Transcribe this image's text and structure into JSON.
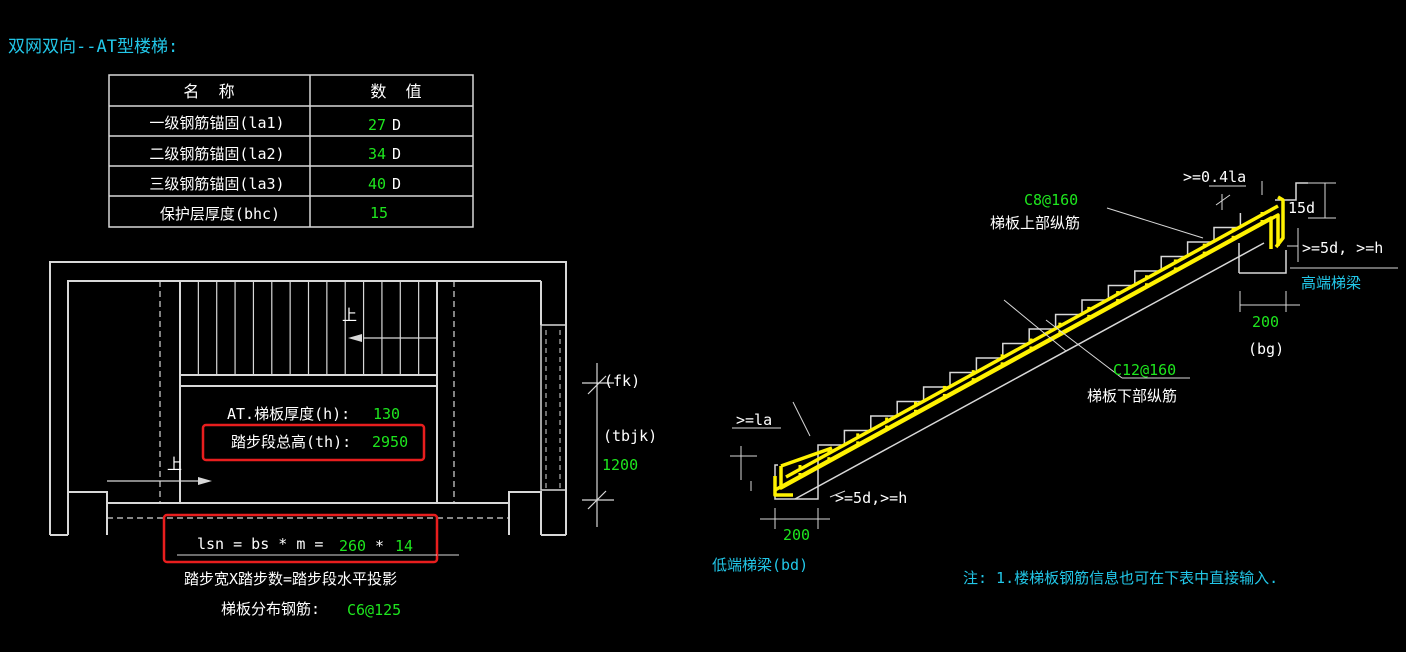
{
  "title": "双网双向--AT型楼梯:",
  "table": {
    "headers": [
      "名  称",
      "数  值"
    ],
    "rows": [
      {
        "label": "一级钢筋锚固(la1)",
        "value": "27",
        "unit": "D"
      },
      {
        "label": "二级钢筋锚固(la2)",
        "value": "34",
        "unit": "D"
      },
      {
        "label": "三级钢筋锚固(la3)",
        "value": "40",
        "unit": "D"
      },
      {
        "label": "保护层厚度(bhc)",
        "value": "15",
        "unit": ""
      }
    ]
  },
  "plan": {
    "up_label_top": "上",
    "up_label_bottom": "上",
    "thickness_label": "AT.梯板厚度(h):",
    "thickness_value": "130",
    "total_height_label": "踏步段总高(th):",
    "total_height_value": "2950",
    "fk": "(fk)",
    "tbjk": "(tbjk)",
    "tbjk_value": "1200",
    "lsn_formula": "lsn = bs * m =",
    "bs_value": "260",
    "times": "*",
    "m_value": "14",
    "caption": "踏步宽X踏步数=踏步段水平投影",
    "distribution_label": "梯板分布钢筋:",
    "distribution_value": "C6@125"
  },
  "section": {
    "top_anchor": ">=0.4la",
    "top_bar": "C8@160",
    "top_bar_label": "梯板上部纵筋",
    "hook_15d": "15d",
    "high_end_anchor": ">=5d, >=h",
    "high_beam": "高端梯梁",
    "bg_value": "200",
    "bg_label": "(bg)",
    "bottom_bar": "C12@160",
    "bottom_bar_label": "梯板下部纵筋",
    "la_label": ">=la",
    "low_end_anchor": ">=5d,>=h",
    "bd_value": "200",
    "low_beam": "低端梯梁(bd)"
  },
  "note": "注: 1.楼梯板钢筋信息也可在下表中直接输入.",
  "colors": {
    "cyan": "#22C7E8",
    "green": "#1EE61E",
    "yellow": "#FFF200",
    "red": "#E81E1E",
    "line": "#D8D8D8"
  }
}
